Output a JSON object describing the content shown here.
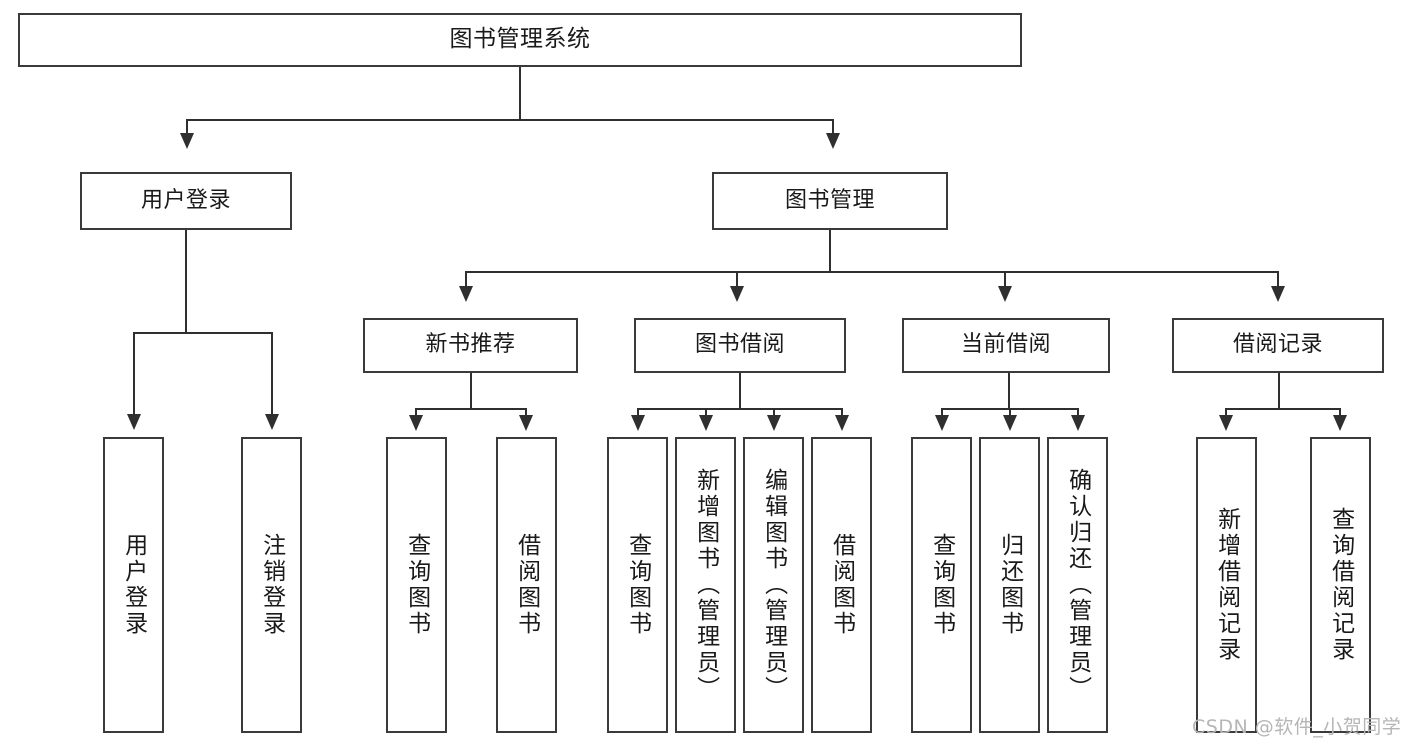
{
  "diagram": {
    "title": "图书管理系统",
    "root": {
      "label": "图书管理系统"
    },
    "level2": [
      {
        "label": "用户登录"
      },
      {
        "label": "图书管理"
      }
    ],
    "level3": [
      {
        "label": "新书推荐"
      },
      {
        "label": "图书借阅"
      },
      {
        "label": "当前借阅"
      },
      {
        "label": "借阅记录"
      }
    ],
    "leaves_user_login": [
      {
        "label": "用户登录"
      },
      {
        "label": "注销登录"
      }
    ],
    "leaves_new_book": [
      {
        "label": "查询图书"
      },
      {
        "label": "借阅图书"
      }
    ],
    "leaves_borrow": [
      {
        "label": "查询图书"
      },
      {
        "label": "新增图书（管理员）"
      },
      {
        "label": "编辑图书（管理员）"
      },
      {
        "label": "借阅图书"
      }
    ],
    "leaves_current": [
      {
        "label": "查询图书"
      },
      {
        "label": "归还图书"
      },
      {
        "label": "确认归还（管理员）"
      }
    ],
    "leaves_records": [
      {
        "label": "新增借阅记录"
      },
      {
        "label": "查询借阅记录"
      }
    ],
    "watermark": "CSDN @软件_小贺同学",
    "colors": {
      "border": "#3a3a3a",
      "edge": "#2f2f2f",
      "background": "#ffffff",
      "text": "#1a1a1a",
      "watermark": "#b6b6b6"
    }
  }
}
